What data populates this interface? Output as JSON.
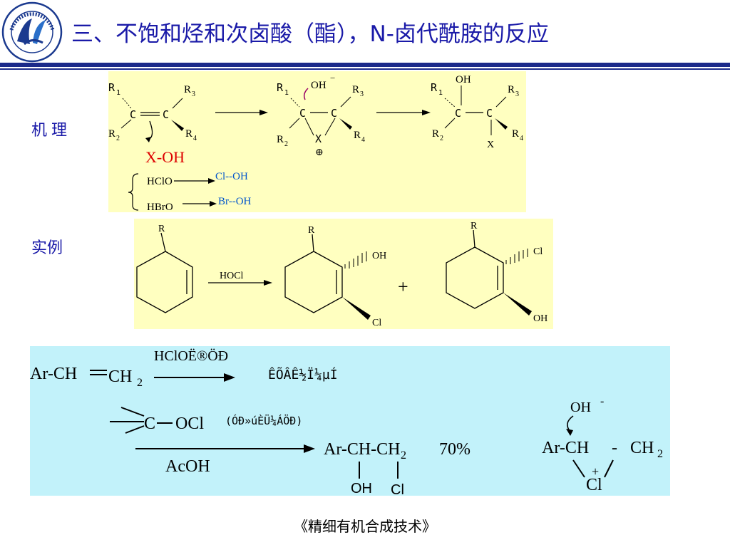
{
  "title": "三、不饱和烃和次卤酸（酯），N-卤代酰胺的反应",
  "labels": {
    "mechanism": "机理",
    "example": "实例"
  },
  "mechanism": {
    "r1": "R",
    "sub1": "1",
    "r2": "R",
    "sub2": "2",
    "r3": "R",
    "sub3": "3",
    "r4": "R",
    "sub4": "4",
    "c": "C",
    "oh": "OH",
    "minus": "−",
    "x": "X",
    "plus": "⊕",
    "reagent": "X-OH",
    "hclo": "HClO",
    "hbro": "HBrO",
    "cl_oh": "Cl--OH",
    "br_oh": "Br--OH"
  },
  "example": {
    "r": "R",
    "reagent": "HOCl",
    "oh": "OH",
    "cl": "Cl",
    "plus": "+"
  },
  "extra": {
    "ar_ch": "Ar-CH",
    "ch": "CH",
    "two": "2",
    "hclo_garbled": "HClOË®ÖÐ",
    "yield_garbled": "ÊÕÂÊ½Ï¼µÍ",
    "c": "C",
    "ocl": "OCl",
    "ester_garbled": "(ÓÐ»úÈÜ¼ÁÖÐ)",
    "acoh": "AcOH",
    "product": "Ar-CH-CH",
    "percent": "70%",
    "oh": "OH",
    "cl": "Cl",
    "int_ar": "Ar-CH",
    "int_dash": "-",
    "int_ch": "CH",
    "int_oh": "OH",
    "int_minus": "-",
    "int_plus": "+",
    "int_cl": "Cl"
  },
  "footer": "《精细有机合成技术》",
  "colors": {
    "title": "#1a1aa8",
    "rule": "#1b2a8a",
    "yellow": "#ffffc0",
    "cyan": "#c2f2fa",
    "red": "#dd0000",
    "blue": "#0055cc",
    "purple": "#990066"
  }
}
